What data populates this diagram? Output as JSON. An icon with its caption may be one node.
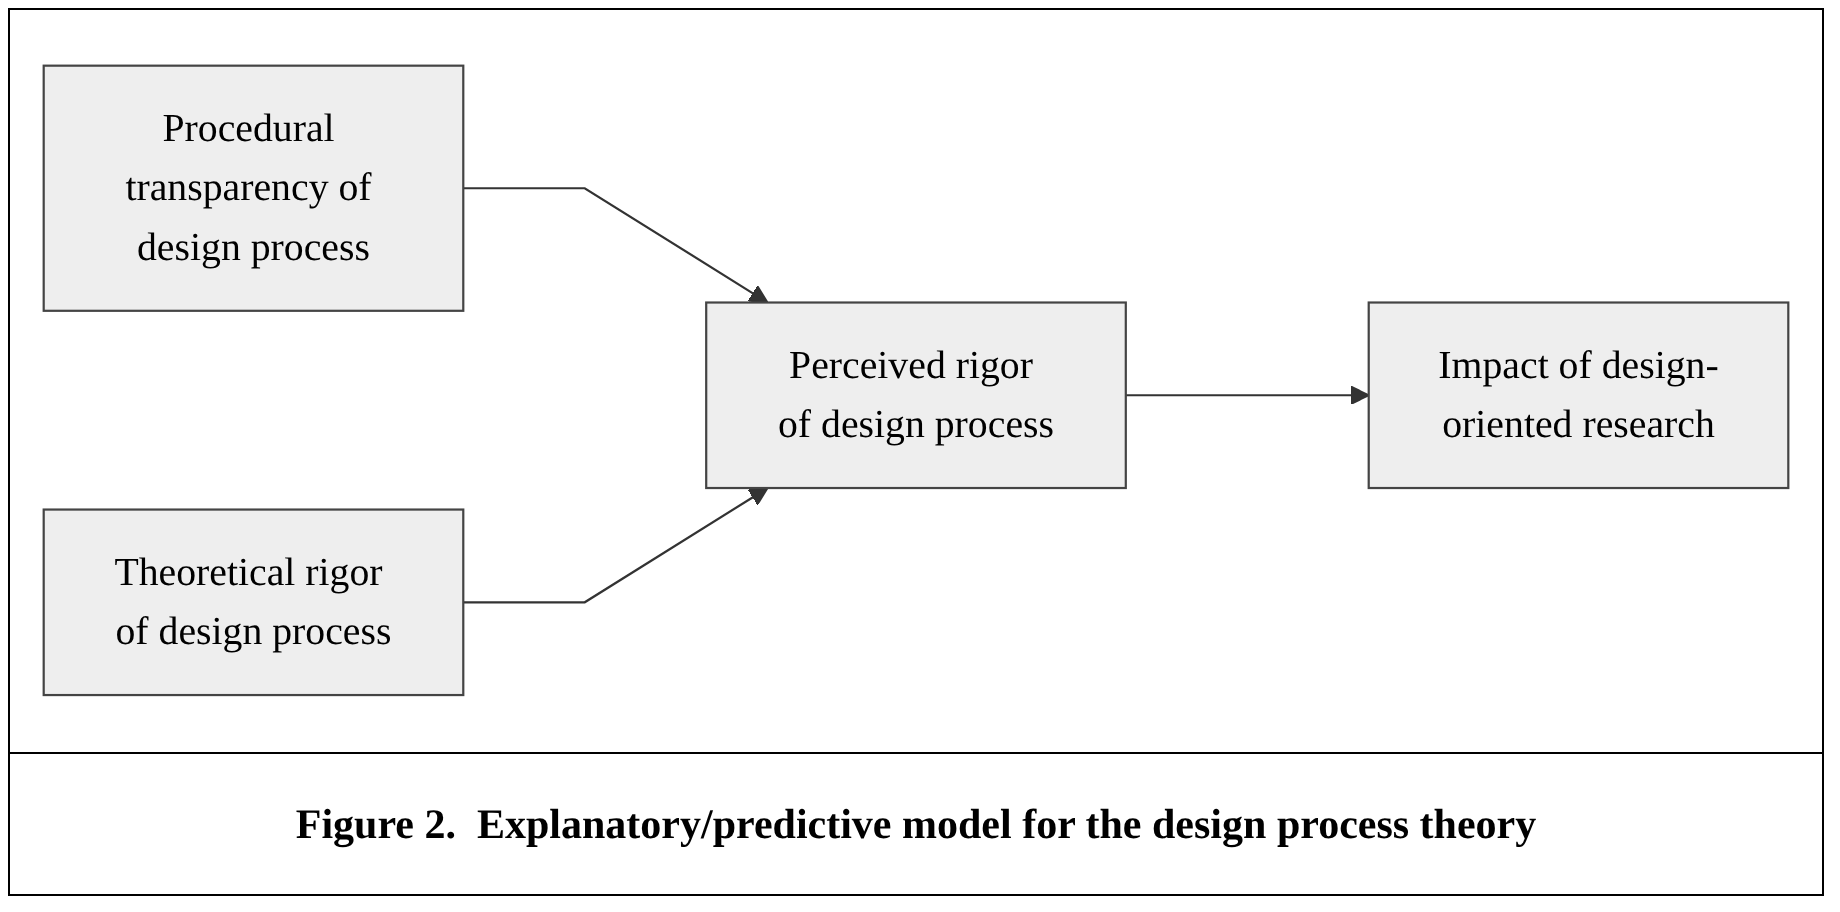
{
  "diagram": {
    "caption": "Figure 2.  Explanatory/predictive model for the design process theory",
    "nodes": [
      {
        "text": [
          "Procedural transparency of design process"
        ]
      },
      {
        "text": [
          "Theoretical rigor of design process"
        ]
      },
      {
        "text": [
          "Perceived rigor of design process"
        ]
      },
      {
        "text": [
          "Impact of design-oriented research"
        ]
      }
    ],
    "edges": [
      {
        "from": 0,
        "to": 2,
        "arrow": "to"
      },
      {
        "from": 1,
        "to": 2,
        "arrow": "to"
      },
      {
        "from": 2,
        "to": 3,
        "arrow": "to"
      }
    ]
  }
}
